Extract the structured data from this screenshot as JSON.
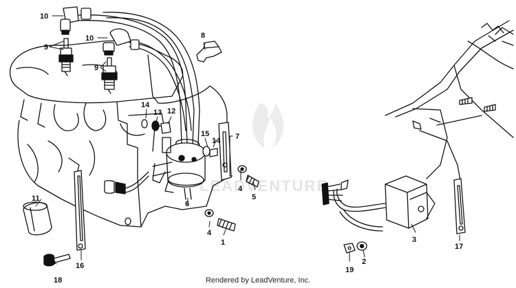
{
  "callouts": {
    "c1": "1",
    "c2": "2",
    "c3": "3",
    "c4a": "4",
    "c4b": "4",
    "c5": "5",
    "c6": "6",
    "c7": "7",
    "c8": "8",
    "c9a": "9",
    "c9b": "9",
    "c10a": "10",
    "c10b": "10",
    "c11": "11",
    "c12": "12",
    "c13": "13",
    "c14a": "14",
    "c14b": "14",
    "c15": "15",
    "c16": "16",
    "c17": "17",
    "c18": "18",
    "c19": "19"
  },
  "watermark": "LEADVENTURE",
  "footer": "Rendered by LeadVenture, Inc.",
  "colors": {
    "line": "#111111",
    "watermark": "#e4e4e4"
  }
}
